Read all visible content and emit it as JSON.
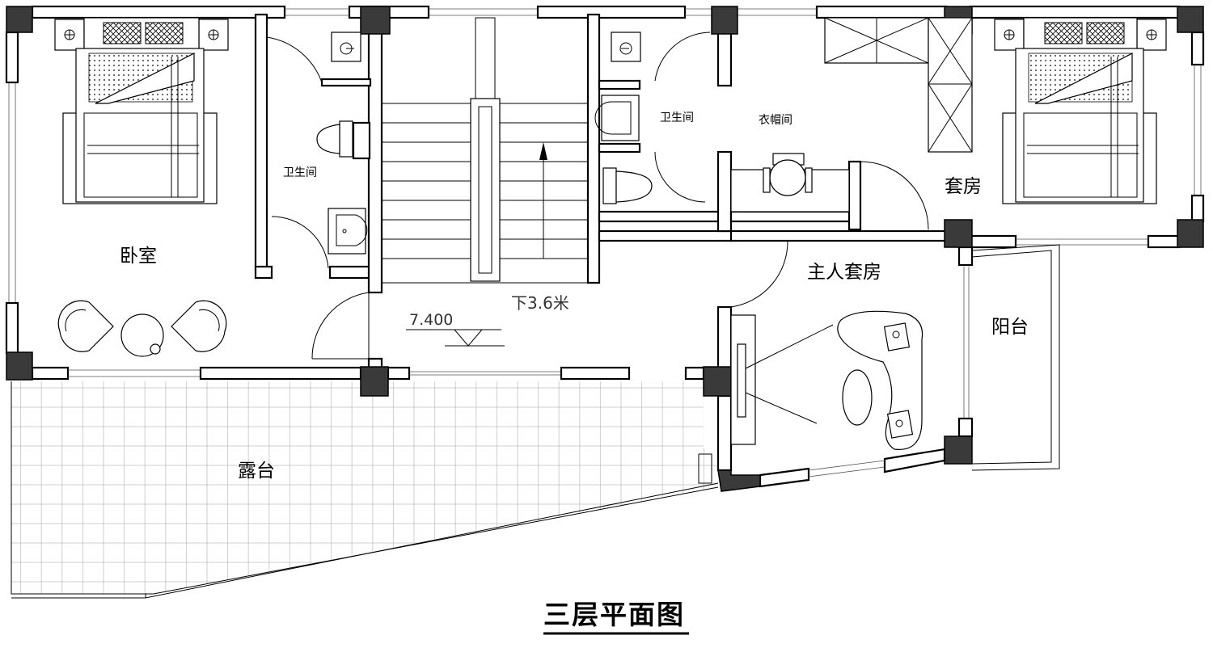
{
  "title": "三层平面图",
  "rooms": {
    "bedroom": "卧室",
    "bathroom_left": "卫生间",
    "bathroom_right": "卫生间",
    "cloakroom": "衣帽间",
    "suite": "套房",
    "master_suite": "主人套房",
    "balcony": "阳台",
    "terrace": "露台"
  },
  "stair": {
    "direction_label": "下3.6米"
  },
  "elevation": {
    "value": "7.400"
  },
  "colors": {
    "line": "#000000",
    "column_fill": "#3a3a3a",
    "background": "#ffffff"
  }
}
